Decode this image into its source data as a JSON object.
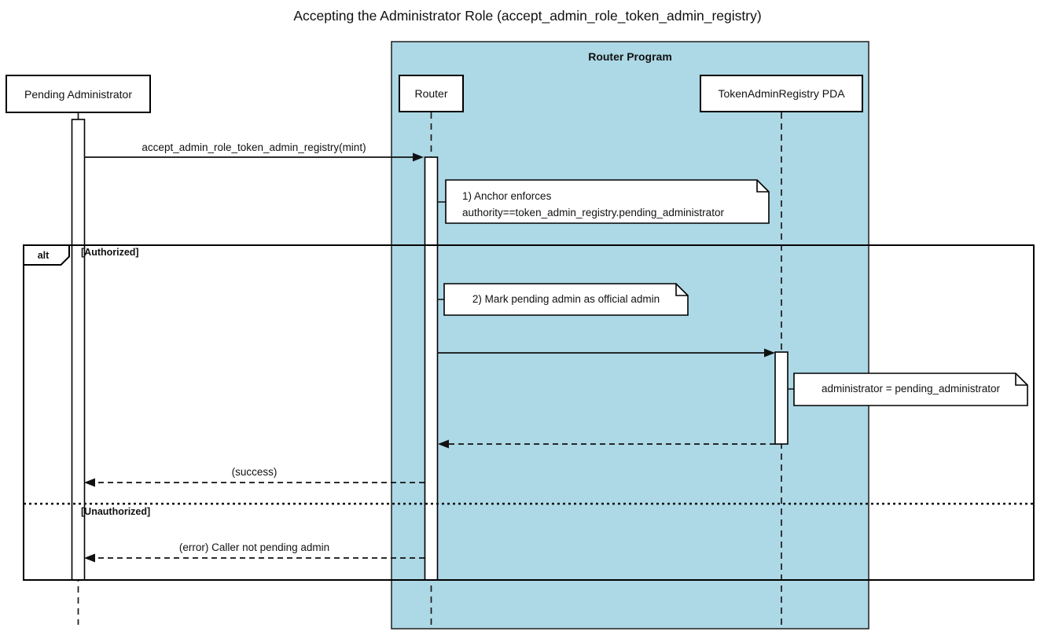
{
  "title": "Accepting the Administrator Role (accept_admin_role_token_admin_registry)",
  "container": {
    "label": "Router Program",
    "fill_color": "#ADD8E6",
    "border_color": "#2a2a2a"
  },
  "actors": {
    "pending_admin": "Pending Administrator",
    "router": "Router",
    "pda": "TokenAdminRegistry PDA"
  },
  "messages": {
    "call": "accept_admin_role_token_admin_registry(mint)",
    "success": "(success)",
    "error": "(error) Caller not pending admin"
  },
  "notes": {
    "n1_line1": "1) Anchor enforces",
    "n1_line2": "authority==token_admin_registry.pending_administrator",
    "n2": "2) Mark pending admin as official admin",
    "n3": "administrator = pending_administrator"
  },
  "alt_frame": {
    "operator": "alt",
    "guard_authorized": "[Authorized]",
    "guard_unauthorized": "[Unauthorized]"
  },
  "line_color": "#111111"
}
